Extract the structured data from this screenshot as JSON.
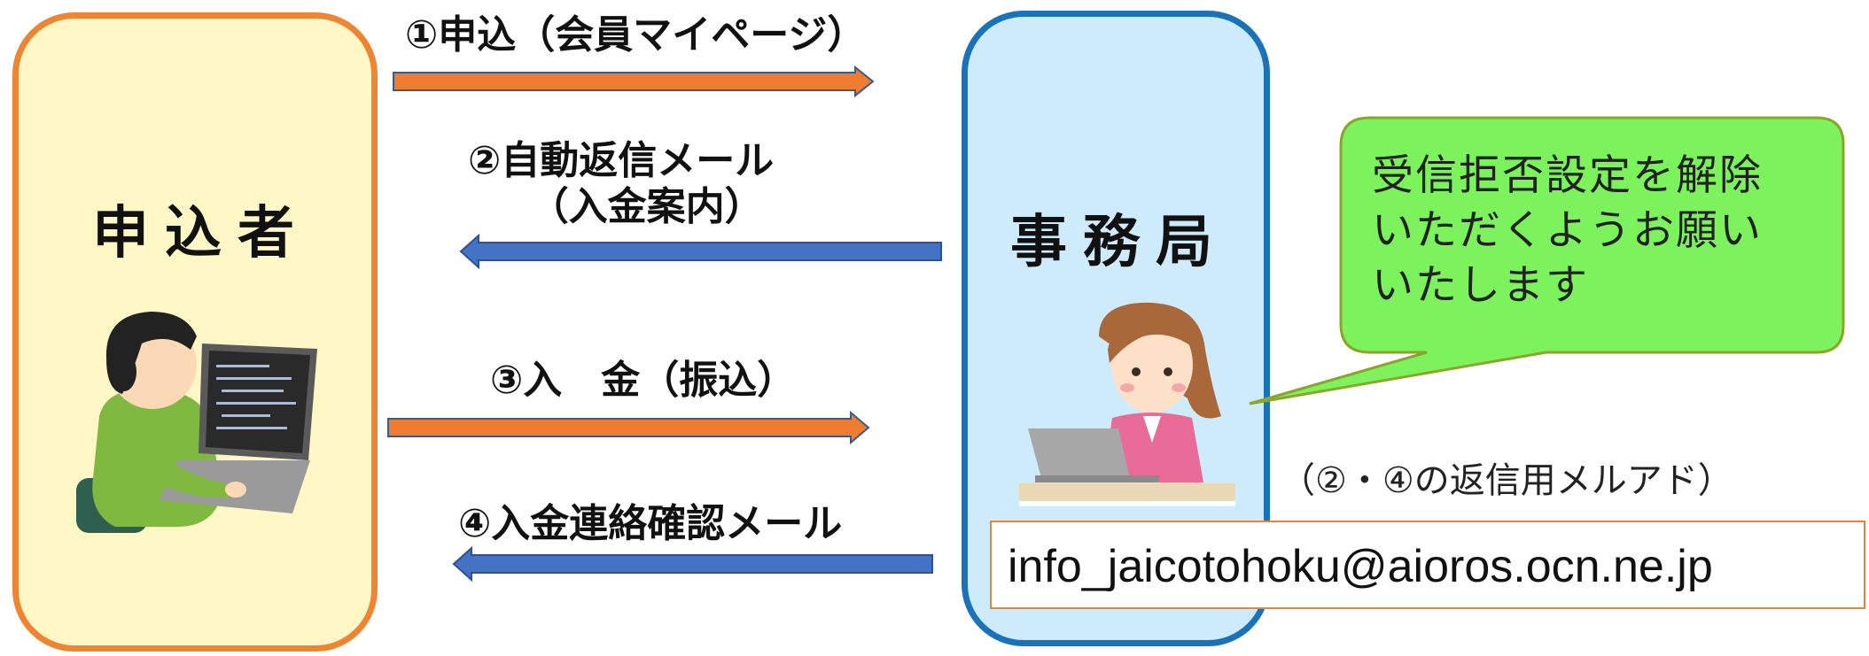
{
  "applicant": {
    "title": "申込者"
  },
  "office": {
    "title": "事務局"
  },
  "steps": [
    {
      "label": "①申込（会員マイページ）"
    },
    {
      "label_line1": "②自動返信メール",
      "label_line2": "（入金案内）"
    },
    {
      "label": "③入　金（振込）"
    },
    {
      "label": "④入金連絡確認メール"
    }
  ],
  "bubble": {
    "line1": "受信拒否設定を解除",
    "line2": "いただくようお願い",
    "line3": "いたします"
  },
  "email_note": "（②・④の返信用メルアド）",
  "email": "info_jaicotohoku@aioros.ocn.ne.jp",
  "colors": {
    "applicant_fill": "#fff8c6",
    "applicant_border": "#ee8532",
    "office_fill": "#cdebfb",
    "office_border": "#1a73b8",
    "arrow_to_office": "#ee7d31",
    "arrow_to_applicant": "#4472c4",
    "bubble_fill": "#7cf25c",
    "bubble_border": "#8aa52a"
  },
  "icons": [
    "person-at-laptop-illustration",
    "office-staff-woman-illustration"
  ]
}
